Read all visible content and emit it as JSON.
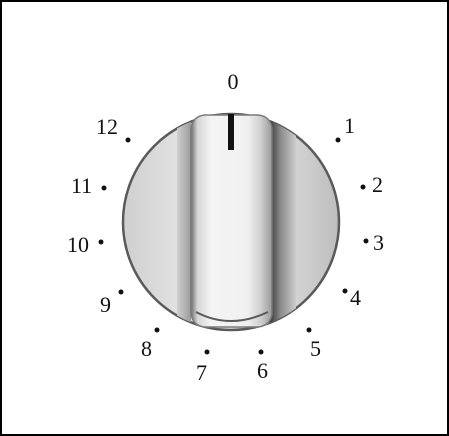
{
  "dial": {
    "pointer_value": "0",
    "labels": [
      "0",
      "1",
      "2",
      "3",
      "4",
      "5",
      "6",
      "7",
      "8",
      "9",
      "10",
      "11",
      "12"
    ]
  },
  "colors": {
    "frame": "#000000",
    "dial_face": "#d9d9d9",
    "dial_rim": "#6b6b6b",
    "knob_highlight": "#f5f5f5",
    "knob_shadow": "#3a3a3a",
    "pointer": "#111111",
    "ticks": "#111111"
  },
  "icons": {
    "knob": "rotary-knob-icon"
  }
}
